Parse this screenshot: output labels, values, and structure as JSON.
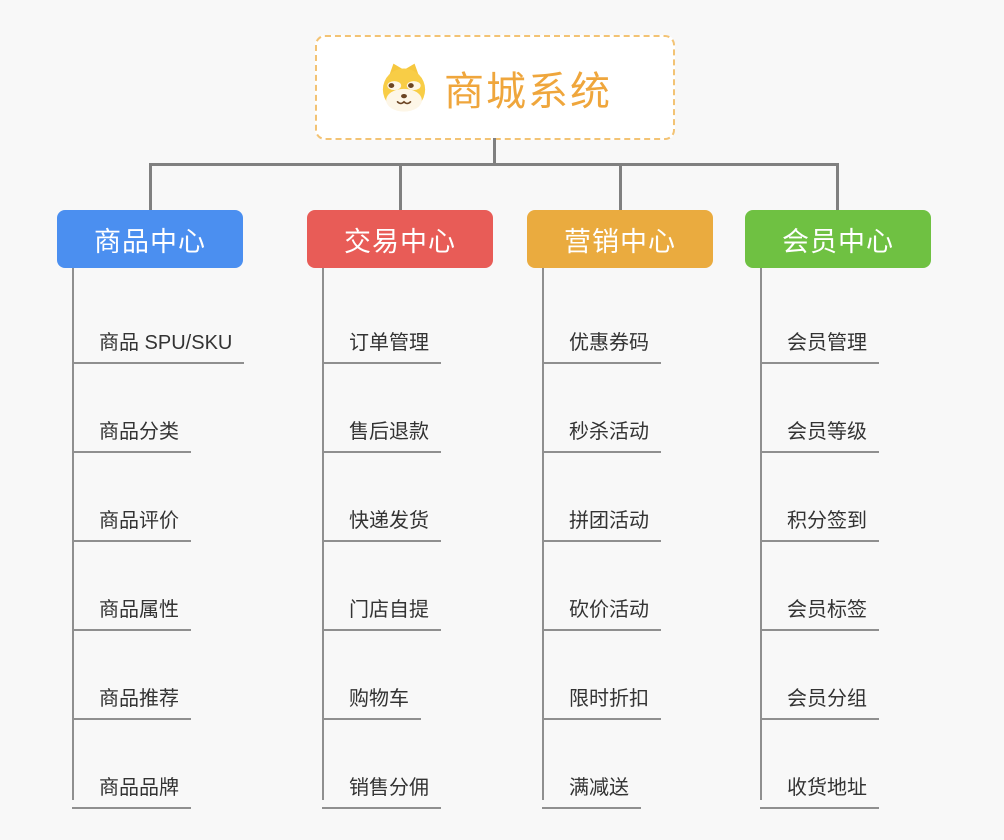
{
  "root": {
    "title": "商城系统",
    "icon": "shiba-dog-icon"
  },
  "branches": [
    {
      "label": "商品中心",
      "color": "#4b8ff0",
      "items": [
        "商品 SPU/SKU",
        "商品分类",
        "商品评价",
        "商品属性",
        "商品推荐",
        "商品品牌"
      ]
    },
    {
      "label": "交易中心",
      "color": "#e85c57",
      "items": [
        "订单管理",
        "售后退款",
        "快递发货",
        "门店自提",
        "购物车",
        "销售分佣"
      ]
    },
    {
      "label": "营销中心",
      "color": "#eaab3f",
      "items": [
        "优惠券码",
        "秒杀活动",
        "拼团活动",
        "砍价活动",
        "限时折扣",
        "满减送"
      ]
    },
    {
      "label": "会员中心",
      "color": "#6fc142",
      "items": [
        "会员管理",
        "会员等级",
        "积分签到",
        "会员标签",
        "会员分组",
        "收货地址"
      ]
    }
  ],
  "colors": {
    "background": "#f8f8f8",
    "connector": "#808080",
    "leaf_line": "#8f8f8f",
    "leaf_text": "#333333",
    "root_border": "#f3c374",
    "root_text": "#efa63c"
  }
}
